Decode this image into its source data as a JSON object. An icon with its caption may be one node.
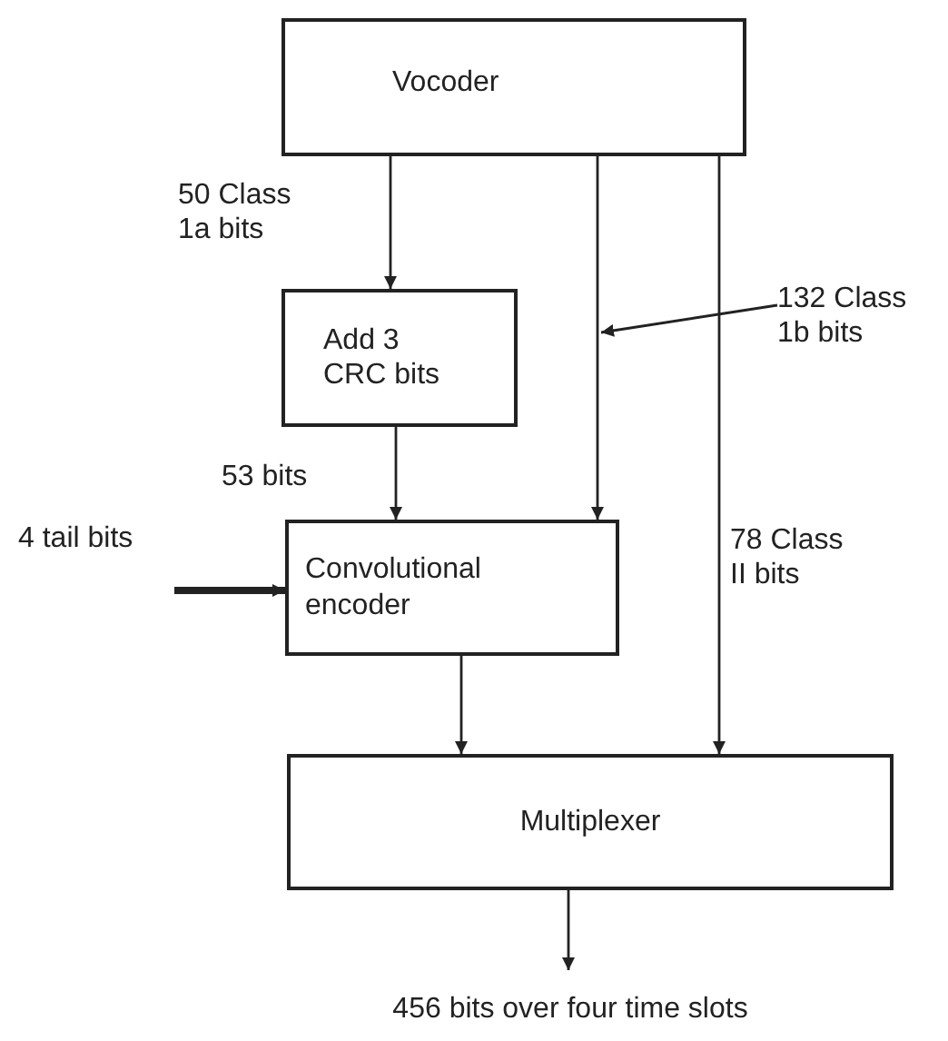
{
  "diagram": {
    "nodes": [
      {
        "text": [
          "Vocoder"
        ]
      },
      {
        "text": [
          "Add 3 CRC bits"
        ]
      },
      {
        "text": [
          "Convolutional encoder"
        ]
      },
      {
        "text": [
          "Multiplexer"
        ]
      },
      {
        "text": [
          "4 tail bits"
        ]
      },
      {
        "text": [
          "132 Class 1b bits"
        ]
      },
      {
        "text": [
          "456 bits over four time slots"
        ]
      }
    ],
    "edges": [
      {
        "from": 0,
        "to": 1,
        "arrow": "to",
        "label": "50 Class 1a bits"
      },
      {
        "from": 1,
        "to": 2,
        "arrow": "to",
        "label": "53 bits"
      },
      {
        "from": 0,
        "to": 2,
        "arrow": "to"
      },
      {
        "from": 0,
        "to": 3,
        "arrow": "to",
        "label": "78 Class II bits"
      },
      {
        "from": 2,
        "to": 3,
        "arrow": "to"
      },
      {
        "from": 3,
        "to": 6,
        "arrow": "to"
      },
      {
        "from": 4,
        "to": 2,
        "arrow": "to",
        "style": "thick"
      },
      {
        "from": 5,
        "to": null,
        "arrow": "to"
      }
    ]
  }
}
